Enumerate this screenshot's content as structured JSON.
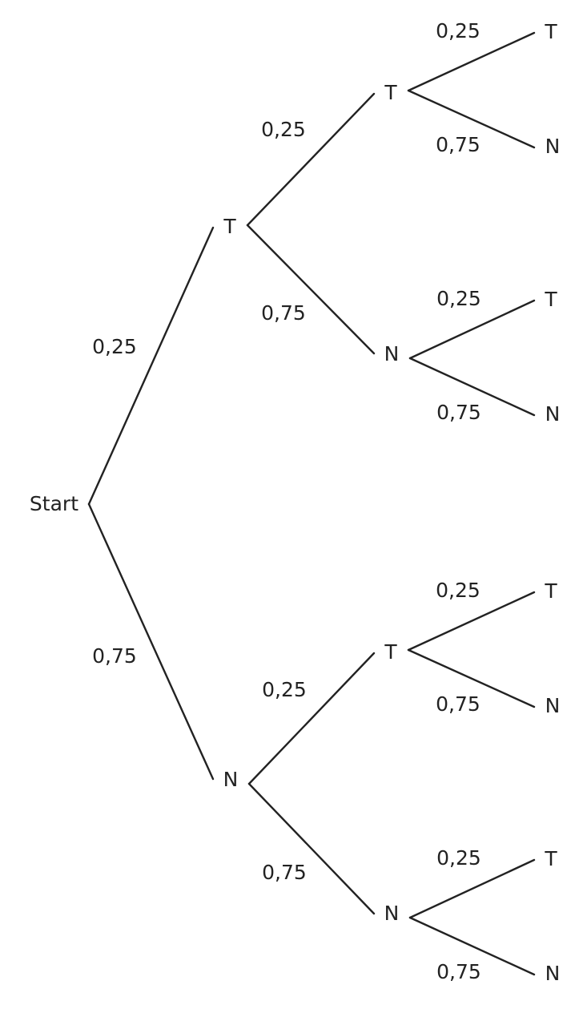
{
  "root": {
    "label": "Start",
    "children": [
      {
        "label": "T",
        "prob": "0,25",
        "children": [
          {
            "label": "T",
            "prob": "0,25",
            "children": [
              {
                "label": "T",
                "prob": "0,25"
              },
              {
                "label": "N",
                "prob": "0,75"
              }
            ]
          },
          {
            "label": "N",
            "prob": "0,75",
            "children": [
              {
                "label": "T",
                "prob": "0,25"
              },
              {
                "label": "N",
                "prob": "0,75"
              }
            ]
          }
        ]
      },
      {
        "label": "N",
        "prob": "0,75",
        "children": [
          {
            "label": "T",
            "prob": "0,25",
            "children": [
              {
                "label": "T",
                "prob": "0,25"
              },
              {
                "label": "N",
                "prob": "0,75"
              }
            ]
          },
          {
            "label": "N",
            "prob": "0,75",
            "children": [
              {
                "label": "T",
                "prob": "0,25"
              },
              {
                "label": "N",
                "prob": "0,75"
              }
            ]
          }
        ]
      }
    ]
  }
}
